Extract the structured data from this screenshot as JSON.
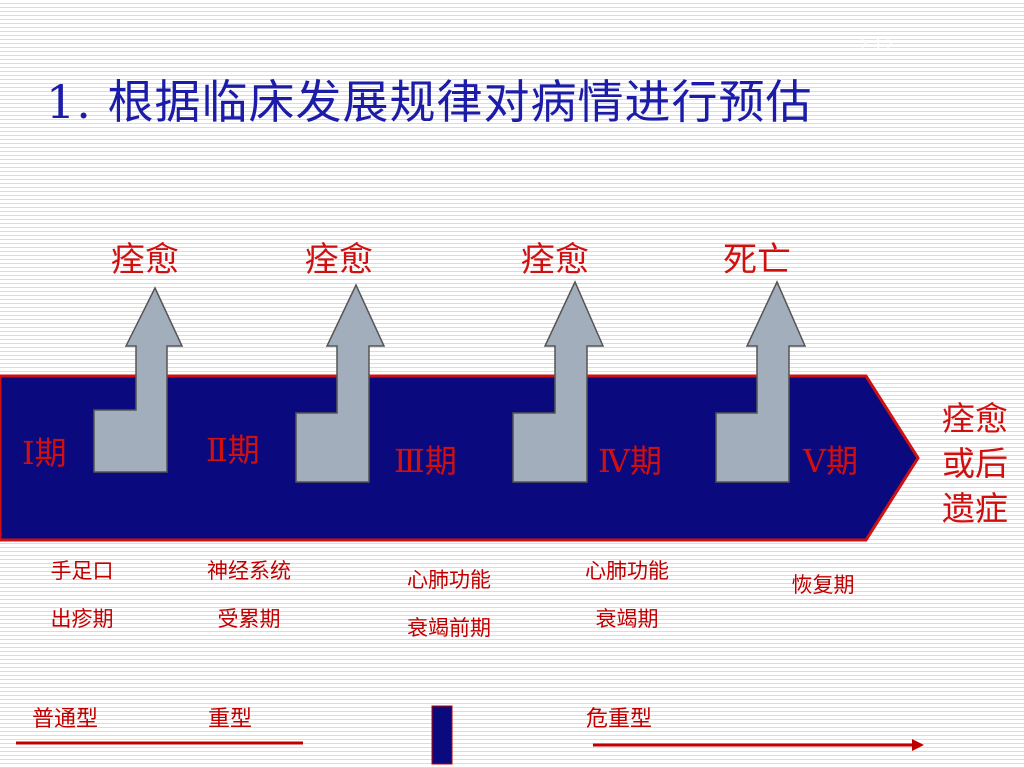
{
  "title": "1. 根据临床发展规律对病情进行预估",
  "corner_label": "2.12",
  "outcomes": [
    "痊愈",
    "痊愈",
    "痊愈",
    "死亡"
  ],
  "stages": [
    "Ⅰ期",
    "Ⅱ期",
    "Ⅲ期",
    "Ⅳ期",
    "Ⅴ期"
  ],
  "final_outcome": {
    "line1": "痊愈",
    "line2": "或后",
    "line3": "遗症"
  },
  "stage_descriptions": [
    {
      "line1": "手足口",
      "line2": "出疹期"
    },
    {
      "line1": "神经系统",
      "line2": "受累期"
    },
    {
      "line1": "心肺功能",
      "line2": "衰竭前期"
    },
    {
      "line1": "心肺功能",
      "line2": "衰竭期"
    },
    {
      "line1": "恢复期",
      "line2": ""
    }
  ],
  "severity": {
    "normal": "普通型",
    "severe": "重型",
    "critical": "危重型"
  },
  "colors": {
    "band": "#0a0a7e",
    "arrow_fill": "#a3aebd",
    "text_red": "#d01010",
    "title_blue": "#1c1ca8"
  }
}
